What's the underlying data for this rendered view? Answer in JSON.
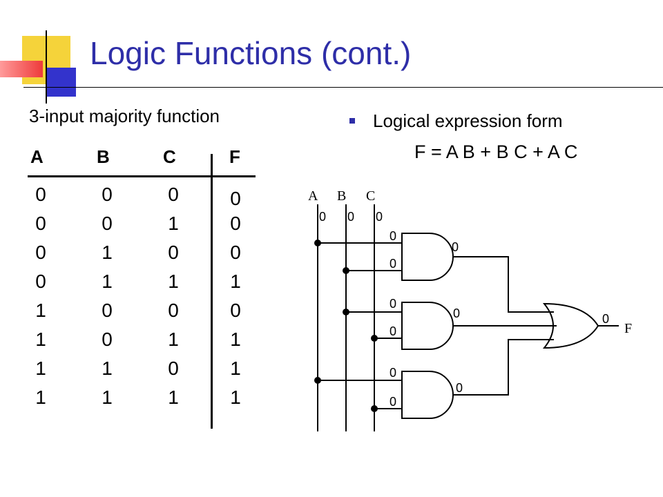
{
  "slide": {
    "title": "Logic Functions (cont.)",
    "subtitle": "3-input majority function"
  },
  "table": {
    "headers": [
      "A",
      "B",
      "C",
      "F"
    ],
    "rows": [
      [
        "0",
        "0",
        "0",
        "0"
      ],
      [
        "0",
        "0",
        "1",
        "0"
      ],
      [
        "0",
        "1",
        "0",
        "0"
      ],
      [
        "0",
        "1",
        "1",
        "1"
      ],
      [
        "1",
        "0",
        "0",
        "0"
      ],
      [
        "1",
        "0",
        "1",
        "1"
      ],
      [
        "1",
        "1",
        "0",
        "1"
      ],
      [
        "1",
        "1",
        "1",
        "1"
      ]
    ]
  },
  "expression": {
    "label": "Logical expression form",
    "formula": "F = A B + B C + A C"
  },
  "circuit": {
    "input_labels": [
      "A",
      "B",
      "C"
    ],
    "input_values": [
      "0",
      "0",
      "0"
    ],
    "gate1_inputs": [
      "0",
      "0"
    ],
    "gate1_output": "0",
    "gate2_inputs": [
      "0",
      "0"
    ],
    "gate2_output": "0",
    "gate3_inputs": [
      "0",
      "0"
    ],
    "gate3_output": "0",
    "or_output": "0",
    "output_label": "F"
  },
  "colors": {
    "title": "#2e2ea8",
    "accent_yellow": "#f5d33a",
    "accent_red": "#ee3a3a",
    "accent_blue": "#3333cc"
  }
}
